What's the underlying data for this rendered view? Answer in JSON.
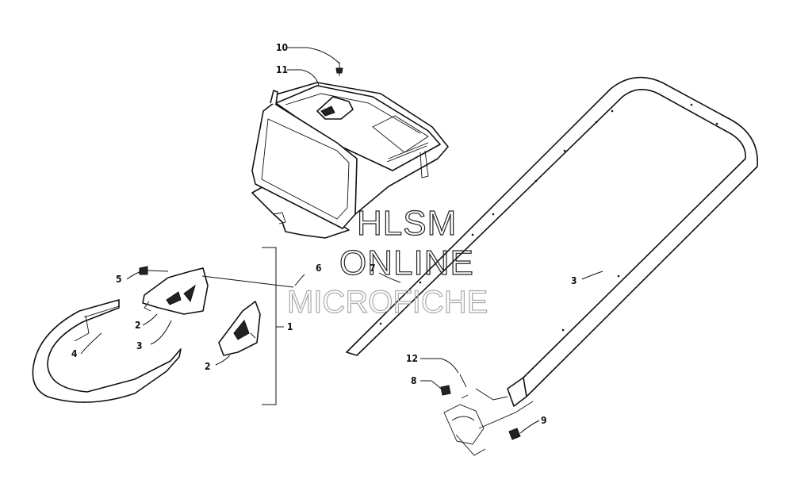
{
  "watermark": {
    "line1": "HLSM",
    "line2": "ONLINE",
    "line3": "MICROFICHE"
  },
  "callouts": [
    {
      "id": "c10",
      "label": "10"
    },
    {
      "id": "c11",
      "label": "11"
    },
    {
      "id": "c6",
      "label": "6"
    },
    {
      "id": "c7",
      "label": "7"
    },
    {
      "id": "c5",
      "label": "5"
    },
    {
      "id": "c1",
      "label": "1"
    },
    {
      "id": "c2a",
      "label": "2"
    },
    {
      "id": "c3a",
      "label": "3"
    },
    {
      "id": "c4",
      "label": "4"
    },
    {
      "id": "c2b",
      "label": "2"
    },
    {
      "id": "c3b",
      "label": "3"
    },
    {
      "id": "c12",
      "label": "12"
    },
    {
      "id": "c8",
      "label": "8"
    },
    {
      "id": "c9",
      "label": "9"
    }
  ]
}
